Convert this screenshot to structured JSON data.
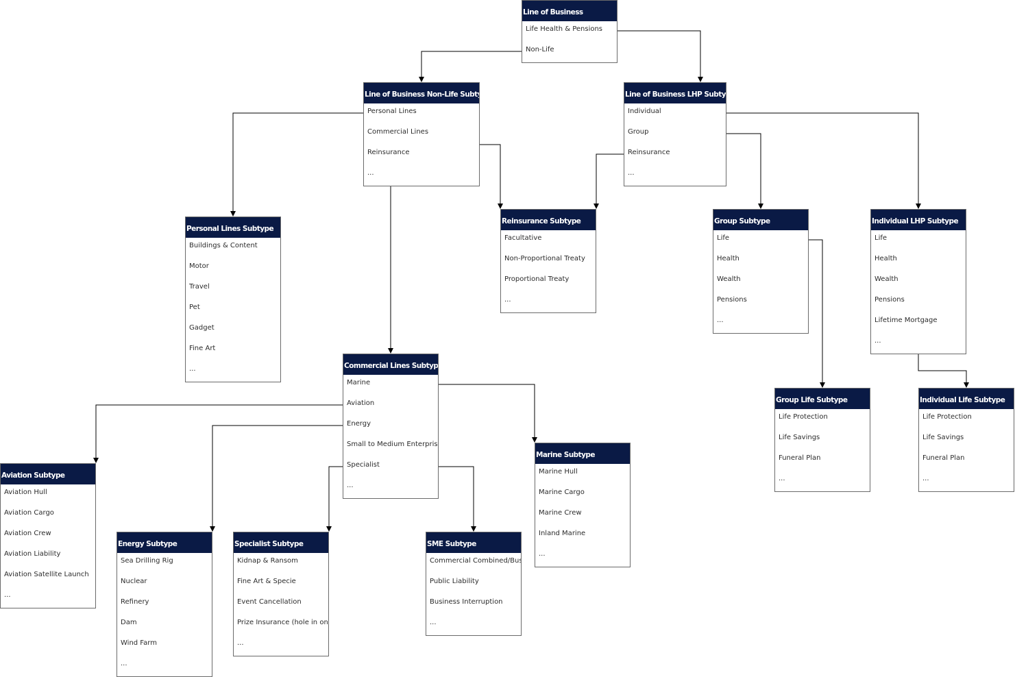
{
  "diagram": {
    "nodes": [
      {
        "id": "line-of-business",
        "title": "Line of Business",
        "items": [
          "Life Health & Pensions",
          "Non-Life"
        ]
      },
      {
        "id": "non-life-subtype",
        "title": "Line of Business Non-Life Subtype",
        "items": [
          "Personal Lines",
          "Commercial Lines",
          "Reinsurance",
          "..."
        ]
      },
      {
        "id": "lhp-subtype",
        "title": "Line of Business LHP Subtype",
        "items": [
          "Individual",
          "Group",
          "Reinsurance",
          "..."
        ]
      },
      {
        "id": "personal-lines-subtype",
        "title": "Personal Lines Subtype",
        "items": [
          "Buildings & Content",
          "Motor",
          "Travel",
          "Pet",
          "Gadget",
          "Fine Art",
          "..."
        ]
      },
      {
        "id": "reinsurance-subtype",
        "title": "Reinsurance Subtype",
        "items": [
          "Facultative",
          "Non-Proportional Treaty",
          "Proportional Treaty",
          "..."
        ]
      },
      {
        "id": "group-subtype",
        "title": "Group Subtype",
        "items": [
          "Life",
          "Health",
          "Wealth",
          "Pensions",
          "..."
        ]
      },
      {
        "id": "individual-lhp-subtype",
        "title": "Individual LHP Subtype",
        "items": [
          "Life",
          "Health",
          "Wealth",
          "Pensions",
          "Lifetime Mortgage",
          "..."
        ]
      },
      {
        "id": "commercial-lines-subtype",
        "title": "Commercial Lines Subtype",
        "items": [
          "Marine",
          "Aviation",
          "Energy",
          "Small to Medium Enterprise",
          "Specialist",
          "..."
        ]
      },
      {
        "id": "group-life-subtype",
        "title": "Group Life Subtype",
        "items": [
          "Life Protection",
          "Life Savings",
          "Funeral Plan",
          "..."
        ]
      },
      {
        "id": "individual-life-subtype",
        "title": "Individual Life Subtype",
        "items": [
          "Life Protection",
          "Life Savings",
          "Funeral Plan",
          "..."
        ]
      },
      {
        "id": "marine-subtype",
        "title": "Marine Subtype",
        "items": [
          "Marine Hull",
          "Marine Cargo",
          "Marine Crew",
          "Inland Marine",
          "..."
        ]
      },
      {
        "id": "aviation-subtype",
        "title": "Aviation Subtype",
        "items": [
          "Aviation Hull",
          "Aviation Cargo",
          "Aviation Crew",
          "Aviation Liability",
          "Aviation Satellite Launch",
          "..."
        ]
      },
      {
        "id": "energy-subtype",
        "title": "Energy Subtype",
        "items": [
          "Sea Drilling Rig",
          "Nuclear",
          "Refinery",
          "Dam",
          "Wind Farm",
          "..."
        ]
      },
      {
        "id": "specialist-subtype",
        "title": "Specialist Subtype",
        "items": [
          "Kidnap & Ransom",
          "Fine Art & Specie",
          "Event Cancellation",
          "Prize Insurance (hole in one)",
          "..."
        ]
      },
      {
        "id": "sme-subtype",
        "title": "SME Subtype",
        "items": [
          "Commercial Combined/Business Owners Policy",
          "Public Liability",
          "Business Interruption",
          "..."
        ]
      }
    ],
    "edges": [
      {
        "from": "line-of-business",
        "to": "lhp-subtype"
      },
      {
        "from": "line-of-business",
        "to": "non-life-subtype"
      },
      {
        "from": "non-life-subtype",
        "to": "personal-lines-subtype"
      },
      {
        "from": "non-life-subtype",
        "to": "commercial-lines-subtype"
      },
      {
        "from": "non-life-subtype",
        "to": "reinsurance-subtype"
      },
      {
        "from": "lhp-subtype",
        "to": "individual-lhp-subtype"
      },
      {
        "from": "lhp-subtype",
        "to": "group-subtype"
      },
      {
        "from": "lhp-subtype",
        "to": "reinsurance-subtype"
      },
      {
        "from": "group-subtype",
        "to": "group-life-subtype"
      },
      {
        "from": "individual-lhp-subtype",
        "to": "individual-life-subtype"
      },
      {
        "from": "commercial-lines-subtype",
        "to": "marine-subtype"
      },
      {
        "from": "commercial-lines-subtype",
        "to": "aviation-subtype"
      },
      {
        "from": "commercial-lines-subtype",
        "to": "energy-subtype"
      },
      {
        "from": "commercial-lines-subtype",
        "to": "specialist-subtype"
      },
      {
        "from": "commercial-lines-subtype",
        "to": "sme-subtype"
      }
    ],
    "colors": {
      "header": "#0a1a45",
      "header_text": "#ffffff",
      "border": "#6a6a6a",
      "edge": "#000000"
    }
  }
}
